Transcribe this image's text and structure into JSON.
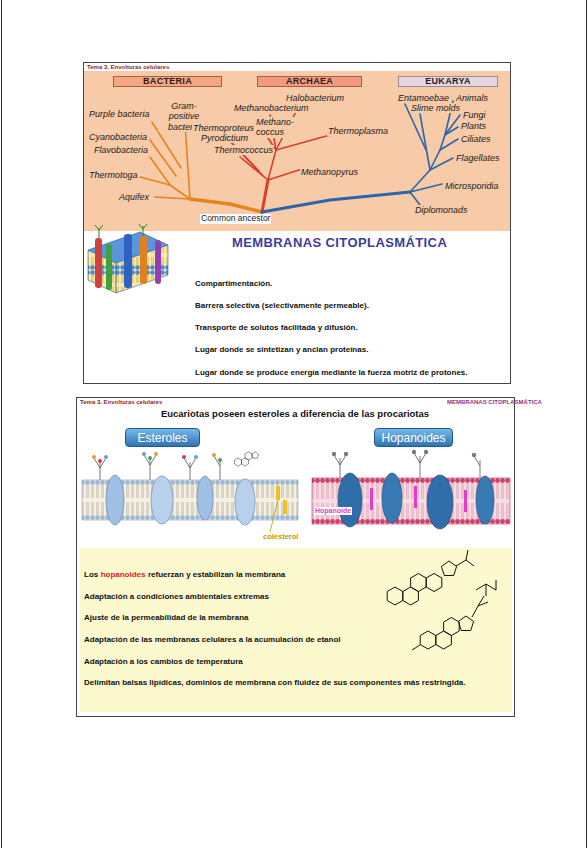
{
  "diagram": {
    "nodes": [
      {
        "text": [
          "BACTERIA"
        ]
      },
      {
        "text": [
          "ARCHAEA"
        ]
      },
      {
        "text": [
          "EUKARYA"
        ]
      },
      {
        "text": [
          "Esteroles"
        ]
      },
      {
        "text": [
          "Hopanoides"
        ]
      },
      {
        "text": [
          "Los",
          "hopanoides",
          "refuerzan y estabilizan la membrana",
          "Adaptación a condiciones ambientales extremas",
          "Ajuste de la permeabilidad de la membrana",
          "Adaptación de las membranas celulares a la acumulación de etanol",
          "Adaptación a los cambios de temperatura",
          "Delimitan balsas lipídicas, dominios de membrana con fluidez de sus componentes más restringida."
        ]
      }
    ],
    "labels": [
      "Tema 3. Envolturas celulares",
      "Purple bacteria",
      "Gram-positive bacteria",
      "Cyanobacteria",
      "Flavobacteria",
      "Thermotoga",
      "Aquifex",
      "Thermoproteus",
      "Pyrodictium",
      "Thermococcus",
      "Methanobacterium",
      "Methano-coccus",
      "Halobacterium",
      "Thermoplasma",
      "Methanopyrus",
      "Entamoebae",
      "Slime molds",
      "Animals",
      "Fungi",
      "Plants",
      "Ciliates",
      "Flagellates",
      "Microsporidia",
      "Diplomonads",
      "Common ancestor",
      "MEMBRANAS CITOPLASMÁTICA",
      "Compartimentación.",
      "Barrera selectiva (selectivamente permeable).",
      "Transporte de solutos facilitada y difusión.",
      "Lugar donde se sintetizan y anclan proteínas.",
      "Lugar donde se produce energía mediante la fuerza motriz de protones.",
      "Tema 3. Envolturas celulares",
      "MEMBRANAS CITOPLASMÁTICA",
      "Eucariotas poseen esteroles a diferencia de las procariotas",
      "colesterol",
      "Hopanoide"
    ]
  }
}
